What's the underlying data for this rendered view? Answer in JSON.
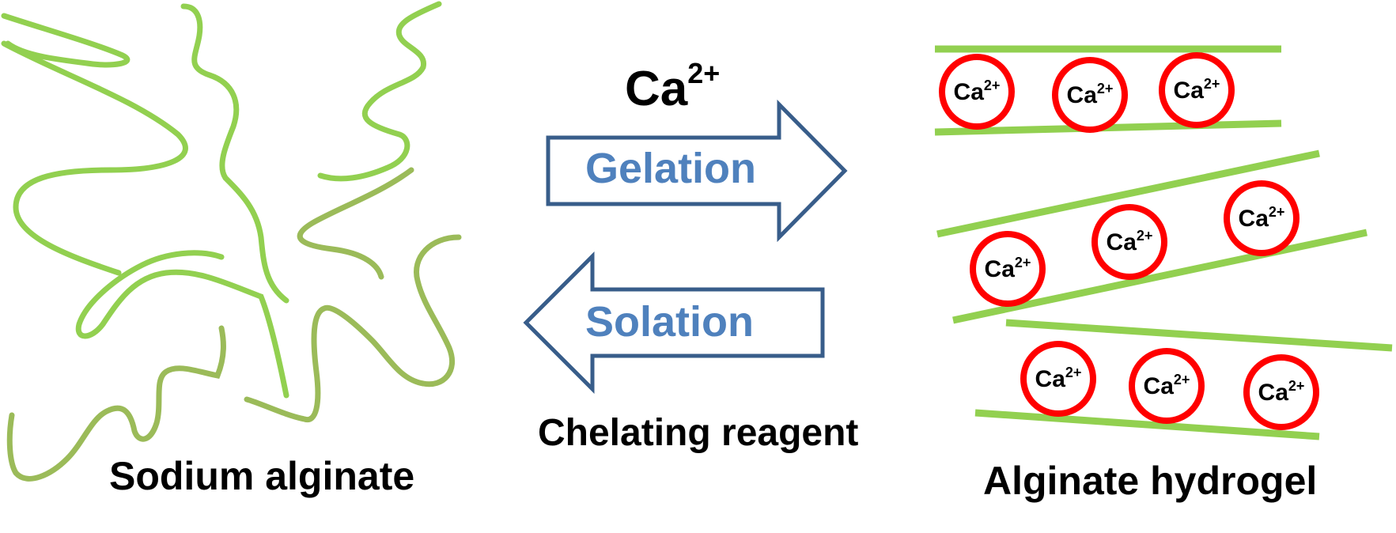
{
  "labels": {
    "left": "Sodium alginate",
    "right": "Alginate hydrogel",
    "top_ion_base": "Ca",
    "top_ion_charge": "2+",
    "forward": "Gelation",
    "reverse": "Solation",
    "reagent": "Chelating reagent"
  },
  "colors": {
    "strand_light": "#92d050",
    "strand_dark": "#9bbb59",
    "arrow_outline": "#385d8a",
    "arrow_text": "#4f81bd",
    "ion_ring": "#ff0000"
  },
  "icons": {
    "forward_arrow": "arrow-right-icon",
    "reverse_arrow": "arrow-left-icon"
  },
  "ions": [
    {
      "base": "Ca",
      "charge": "2+"
    },
    {
      "base": "Ca",
      "charge": "2+"
    },
    {
      "base": "Ca",
      "charge": "2+"
    },
    {
      "base": "Ca",
      "charge": "2+"
    },
    {
      "base": "Ca",
      "charge": "2+"
    },
    {
      "base": "Ca",
      "charge": "2+"
    },
    {
      "base": "Ca",
      "charge": "2+"
    },
    {
      "base": "Ca",
      "charge": "2+"
    },
    {
      "base": "Ca",
      "charge": "2+"
    }
  ]
}
